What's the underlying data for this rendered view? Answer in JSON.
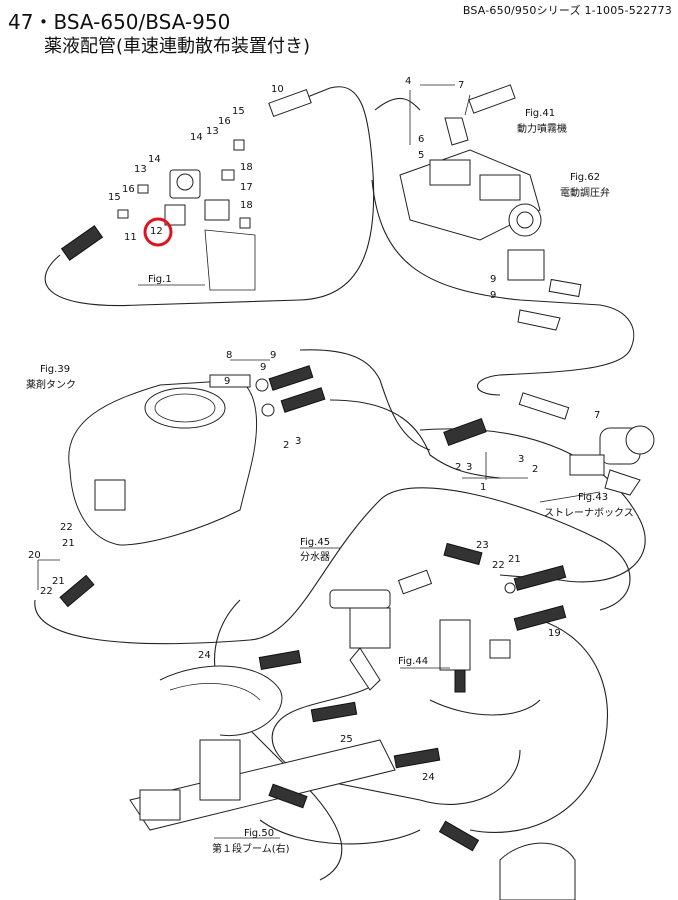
{
  "header": {
    "ref": "BSA-650/950シリーズ 1-1005-522773",
    "title": "47・BSA-650/BSA-950",
    "subtitle": "薬液配管(車速連動散布装置付き)"
  },
  "figures": {
    "fig1": "Fig.1",
    "fig41": "Fig.41",
    "fig41_cap": "動力噴霧機",
    "fig62": "Fig.62",
    "fig62_cap": "電動調圧弁",
    "fig39": "Fig.39",
    "fig39_cap": "薬剤タンク",
    "fig43": "Fig.43",
    "fig43_cap": "ストレーナボックス",
    "fig45": "Fig.45",
    "fig45_cap": "分水器",
    "fig44": "Fig.44",
    "fig50": "Fig.50",
    "fig50_cap": "第１段ブーム(右)"
  },
  "callouts": {
    "c1": "1",
    "c2a": "2",
    "c2b": "2",
    "c2c": "2",
    "c3a": "3",
    "c3b": "3",
    "c3c": "3",
    "c4": "4",
    "c5": "5",
    "c6": "6",
    "c7a": "7",
    "c7b": "7",
    "c8a": "8",
    "c9a": "9",
    "c9b": "9",
    "c9c": "9",
    "c9d": "9",
    "c9e": "9",
    "c10": "10",
    "c11": "11",
    "c12": "12",
    "c13a": "13",
    "c13b": "13",
    "c14a": "14",
    "c14b": "14",
    "c15a": "15",
    "c15b": "15",
    "c16a": "16",
    "c16b": "16",
    "c17": "17",
    "c18a": "18",
    "c18b": "18",
    "c19": "19",
    "c20": "20",
    "c21a": "21",
    "c21b": "21",
    "c21c": "21",
    "c22a": "22",
    "c22b": "22",
    "c22c": "22",
    "c23": "23",
    "c24a": "24",
    "c24b": "24",
    "c25": "25"
  },
  "highlight": {
    "color": "#e0141e"
  }
}
